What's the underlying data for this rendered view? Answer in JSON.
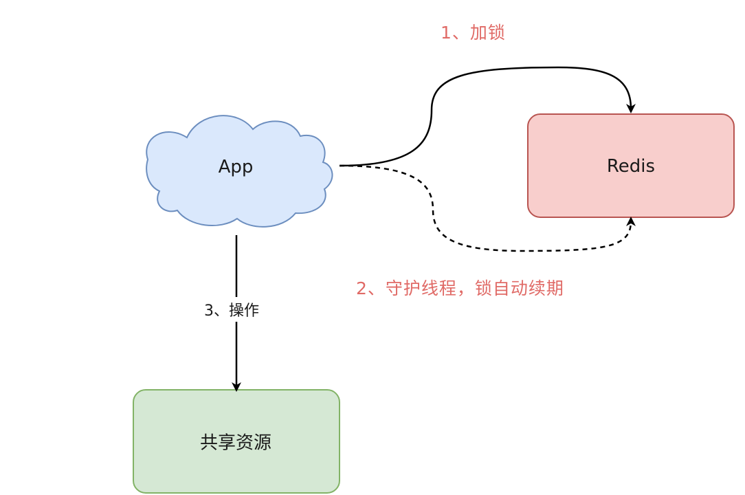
{
  "nodes": {
    "app": {
      "label": "App",
      "fill": "#dae8fc",
      "stroke": "#6c8ebf"
    },
    "redis": {
      "label": "Redis",
      "fill": "#f8cecc",
      "stroke": "#b85450"
    },
    "shared": {
      "label": "共享资源",
      "fill": "#d5e8d4",
      "stroke": "#82b366"
    }
  },
  "edges": {
    "lock": {
      "label": "1、加锁",
      "style": "solid",
      "color": "#e06a66"
    },
    "renew": {
      "label": "2、守护线程，锁自动续期",
      "style": "dashed",
      "color": "#e06a66"
    },
    "operate": {
      "label": "3、操作",
      "style": "solid",
      "color": "#1a1a1a"
    }
  }
}
